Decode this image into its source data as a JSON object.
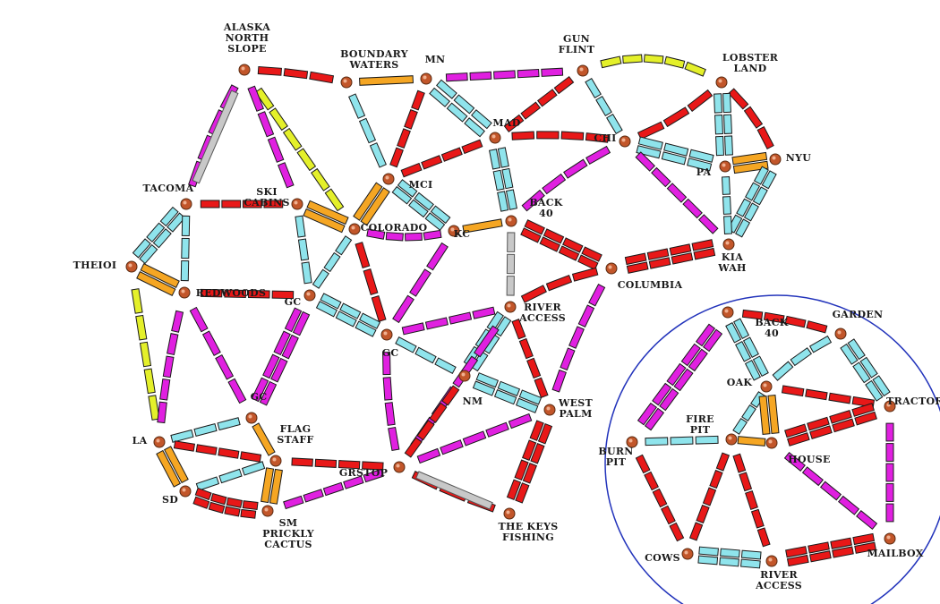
{
  "board": {
    "colors": {
      "red": "#e81818",
      "magenta": "#e020e0",
      "cyan": "#8fe4ec",
      "yellow": "#e4f02a",
      "orange": "#f5a623",
      "gray": "#c8c8c8",
      "city": "#c2562a",
      "inset_border": "#2233bb"
    },
    "cities": [
      {
        "id": "alaska",
        "name": "ALASKA NORTH SLOPE"
      },
      {
        "id": "boundary",
        "name": "BOUNDARY WATERS"
      },
      {
        "id": "mn",
        "name": "MN"
      },
      {
        "id": "gunflint",
        "name": "GUN FLINT"
      },
      {
        "id": "lobster",
        "name": "LOBSTER LAND"
      },
      {
        "id": "mad",
        "name": "MAD"
      },
      {
        "id": "chi",
        "name": "CHI"
      },
      {
        "id": "nyu",
        "name": "NYU"
      },
      {
        "id": "pa",
        "name": "PA"
      },
      {
        "id": "tacoma",
        "name": "TACOMA"
      },
      {
        "id": "skicabins",
        "name": "SKI CABINS"
      },
      {
        "id": "mci",
        "name": "MCI"
      },
      {
        "id": "colorado",
        "name": "COLORADO"
      },
      {
        "id": "kc",
        "name": "KC"
      },
      {
        "id": "back40",
        "name": "BACK 40"
      },
      {
        "id": "kiawah",
        "name": "KIA WAH"
      },
      {
        "id": "theioi",
        "name": "THEIOI"
      },
      {
        "id": "redwoods",
        "name": "REDWOODS"
      },
      {
        "id": "gc1",
        "name": "GC"
      },
      {
        "id": "columbia",
        "name": "COLUMBIA"
      },
      {
        "id": "riveraccess",
        "name": "RIVER ACCESS"
      },
      {
        "id": "gc2",
        "name": "GC"
      },
      {
        "id": "nm",
        "name": "NM"
      },
      {
        "id": "westpalm",
        "name": "WEST PALM"
      },
      {
        "id": "gc3",
        "name": "GC"
      },
      {
        "id": "la",
        "name": "LA"
      },
      {
        "id": "flagstaff",
        "name": "FLAG STAFF"
      },
      {
        "id": "grstop",
        "name": "GRSTOP"
      },
      {
        "id": "sd",
        "name": "SD"
      },
      {
        "id": "sm",
        "name": "SM PRICKLY CACTUS"
      },
      {
        "id": "keys",
        "name": "THE KEYS FISHING"
      },
      {
        "id": "i_back40",
        "name": "BACK 40"
      },
      {
        "id": "i_garden",
        "name": "GARDEN"
      },
      {
        "id": "i_oak",
        "name": "OAK"
      },
      {
        "id": "i_tractor",
        "name": "TRACTOR"
      },
      {
        "id": "i_firepit",
        "name": "FIRE PIT"
      },
      {
        "id": "i_burnpit",
        "name": "BURN PIT"
      },
      {
        "id": "i_house",
        "name": "HOUSE"
      },
      {
        "id": "i_cows",
        "name": "COWS"
      },
      {
        "id": "i_riveraccess",
        "name": "RIVER ACCESS"
      },
      {
        "id": "i_mailbox",
        "name": "MAILBOX"
      }
    ]
  }
}
